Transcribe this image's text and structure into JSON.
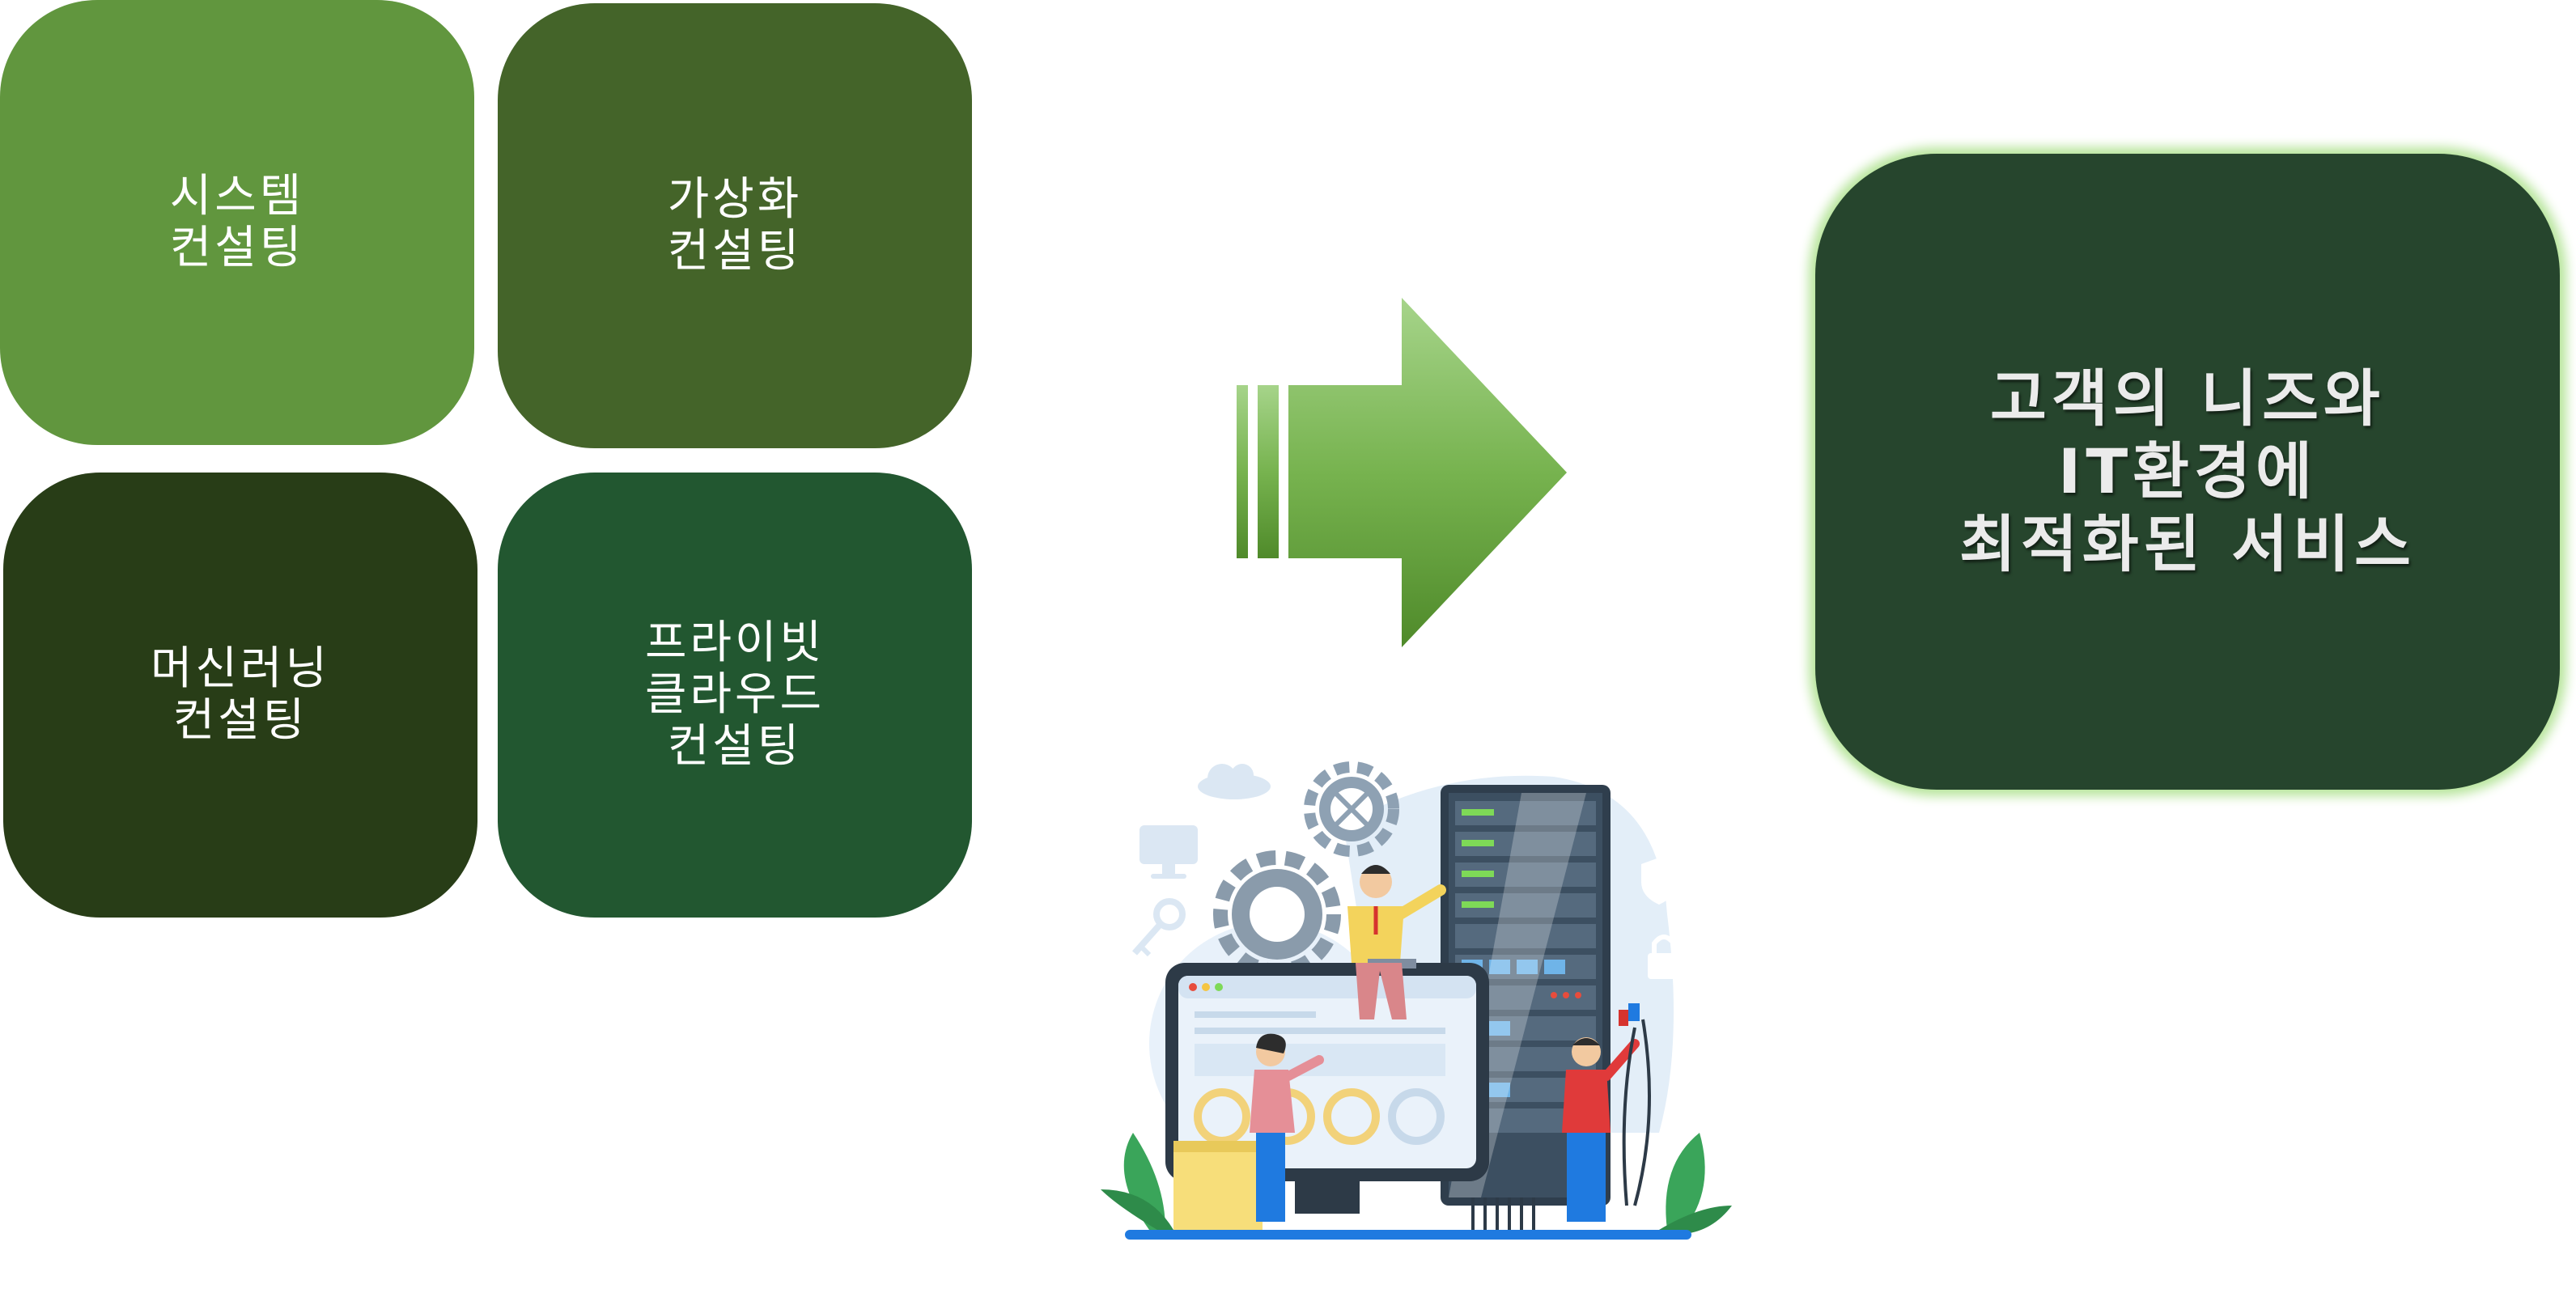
{
  "tiles": [
    {
      "lines": [
        "시스템",
        "컨설팅"
      ]
    },
    {
      "lines": [
        "가상화",
        "컨설팅"
      ]
    },
    {
      "lines": [
        "머신러닝",
        "컨설팅"
      ]
    },
    {
      "lines": [
        "프라이빗",
        "클라우드",
        "컨설팅"
      ]
    }
  ],
  "result": {
    "lines": [
      "고객의 니즈와",
      "IT환경에",
      "최적화된 서비스"
    ]
  },
  "colors": {
    "tile_1": "#61963e",
    "tile_2": "#446429",
    "tile_3": "#283d17",
    "tile_4": "#225730",
    "result_box": "#26452d",
    "result_glow": "#b7e59b",
    "arrow_light": "#a6d48a",
    "arrow_dark": "#4f8a2a"
  },
  "icons": [
    "right-arrow-icon",
    "gear-icon",
    "server-rack-icon",
    "padlock-icon",
    "cloud-icon",
    "key-icon",
    "shield-icon",
    "monitor-icon",
    "plant-icon"
  ]
}
